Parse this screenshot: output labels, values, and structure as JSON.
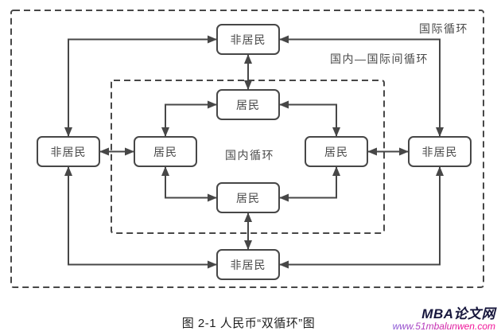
{
  "figure": {
    "caption": "图 2-1 人民币“双循环”图"
  },
  "watermark": {
    "brand": "MBA论文网",
    "url": "www.51mbalunwen.com",
    "brand_color": "#17173d",
    "url_gradient_start": "#8456d6",
    "url_gradient_end": "#f11197"
  },
  "diagram": {
    "labels": {
      "international_cycle": "国际循环",
      "domestic_international_cycle": "国内—国际间循环",
      "domestic_cycle": "国内循环"
    },
    "nodes": {
      "nonresident_top": "非居民",
      "resident_top": "居民",
      "nonresident_left": "非居民",
      "resident_left": "居民",
      "resident_right": "居民",
      "nonresident_right": "非居民",
      "resident_bottom": "居民",
      "nonresident_bottom": "非居民"
    },
    "line_color": "#474747",
    "background_color": "#ffffff",
    "connector_style": "double-headed arrows"
  }
}
